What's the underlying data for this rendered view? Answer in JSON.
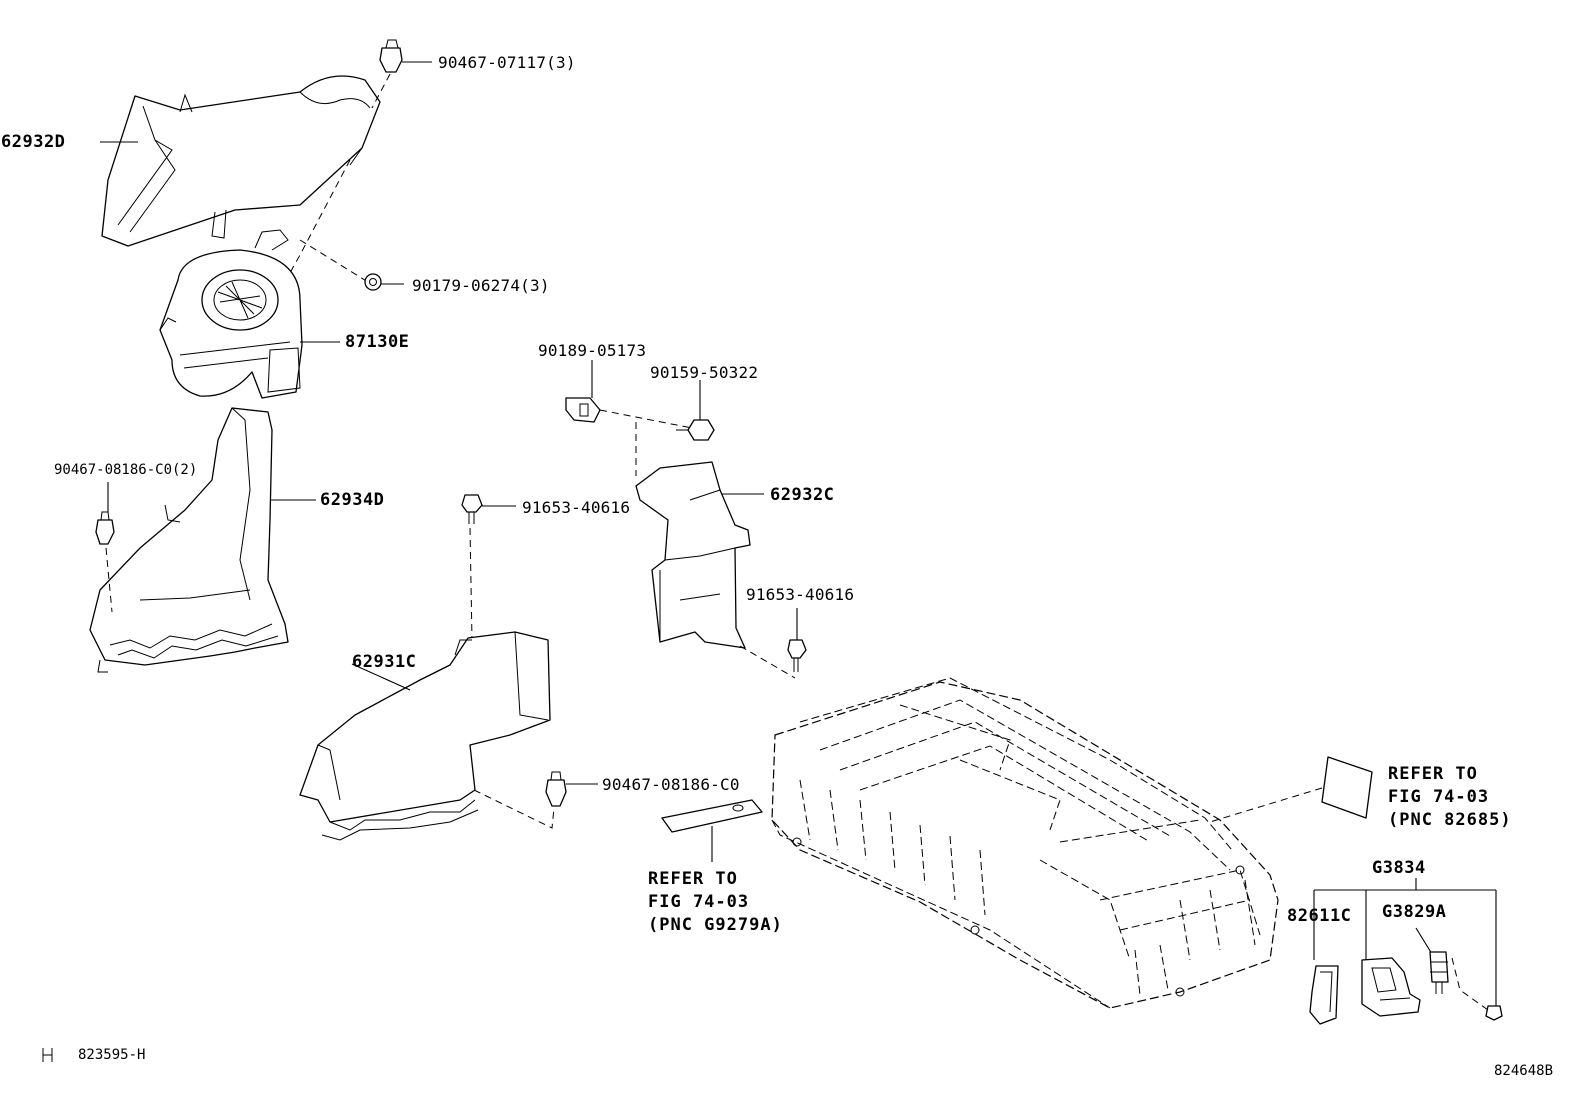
{
  "labels": {
    "p_62932D": "62932D",
    "p_90467_07117": "90467-07117(3)",
    "p_90179_06274": "90179-06274(3)",
    "p_87130E": "87130E",
    "p_90189_05173": "90189-05173",
    "p_90159_50322": "90159-50322",
    "p_90467_08186_C0_2": "90467-08186-C0(2)",
    "p_62934D": "62934D",
    "p_91653_40616_a": "91653-40616",
    "p_62932C": "62932C",
    "p_91653_40616_b": "91653-40616",
    "p_62931C": "62931C",
    "p_90467_08186_C0": "90467-08186-C0",
    "p_G3834": "G3834",
    "p_82611C": "82611C",
    "p_G3829A": "G3829A"
  },
  "refs": {
    "left": [
      "REFER TO",
      "FIG 74-03",
      "(PNC G9279A)"
    ],
    "right": [
      "REFER TO",
      "FIG 74-03",
      "(PNC 82685)"
    ]
  },
  "footer": {
    "marker": "H",
    "code": "823595-H",
    "figure_id": "824648B"
  }
}
